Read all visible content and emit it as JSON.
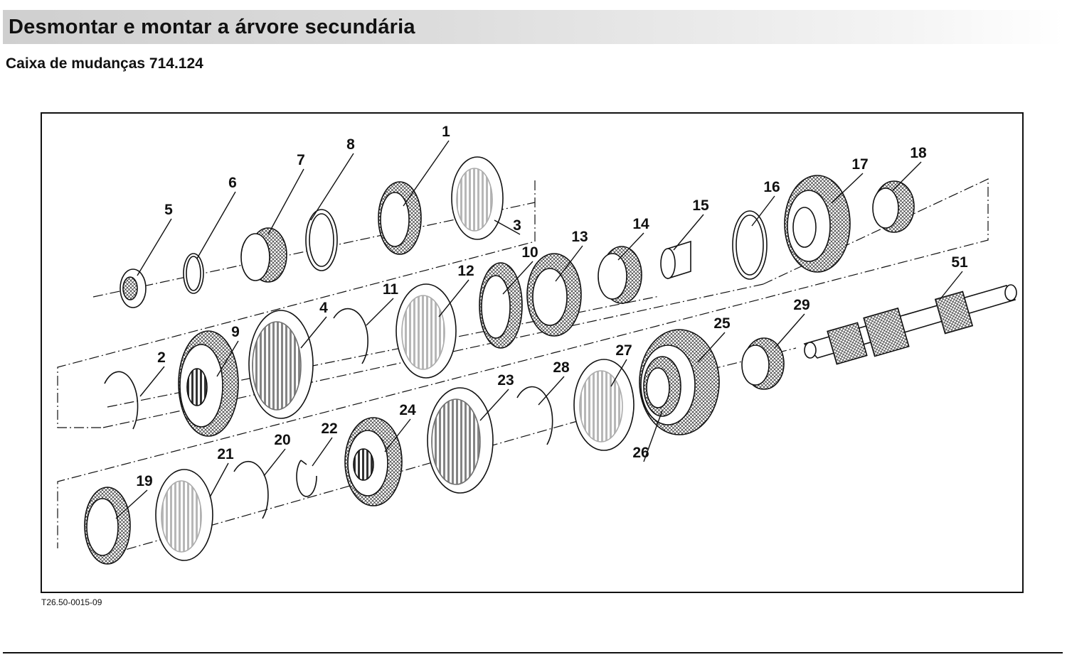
{
  "header": {
    "title": "Desmontar e montar a árvore secundária",
    "subtitle": "Caixa de mudanças 714.124"
  },
  "figure": {
    "code": "T26.50-0015-09",
    "callouts": [
      {
        "id": "c1",
        "label": "1"
      },
      {
        "id": "c2",
        "label": "2"
      },
      {
        "id": "c3",
        "label": "3"
      },
      {
        "id": "c4",
        "label": "4"
      },
      {
        "id": "c5",
        "label": "5"
      },
      {
        "id": "c6",
        "label": "6"
      },
      {
        "id": "c7",
        "label": "7"
      },
      {
        "id": "c8",
        "label": "8"
      },
      {
        "id": "c9",
        "label": "9"
      },
      {
        "id": "c10",
        "label": "10"
      },
      {
        "id": "c11",
        "label": "11"
      },
      {
        "id": "c12",
        "label": "12"
      },
      {
        "id": "c13",
        "label": "13"
      },
      {
        "id": "c14",
        "label": "14"
      },
      {
        "id": "c15",
        "label": "15"
      },
      {
        "id": "c16",
        "label": "16"
      },
      {
        "id": "c17",
        "label": "17"
      },
      {
        "id": "c18",
        "label": "18"
      },
      {
        "id": "c19",
        "label": "19"
      },
      {
        "id": "c20",
        "label": "20"
      },
      {
        "id": "c21",
        "label": "21"
      },
      {
        "id": "c22",
        "label": "22"
      },
      {
        "id": "c23",
        "label": "23"
      },
      {
        "id": "c24",
        "label": "24"
      },
      {
        "id": "c25",
        "label": "25"
      },
      {
        "id": "c26",
        "label": "26"
      },
      {
        "id": "c27",
        "label": "27"
      },
      {
        "id": "c28",
        "label": "28"
      },
      {
        "id": "c29",
        "label": "29"
      },
      {
        "id": "c51",
        "label": "51"
      }
    ]
  }
}
